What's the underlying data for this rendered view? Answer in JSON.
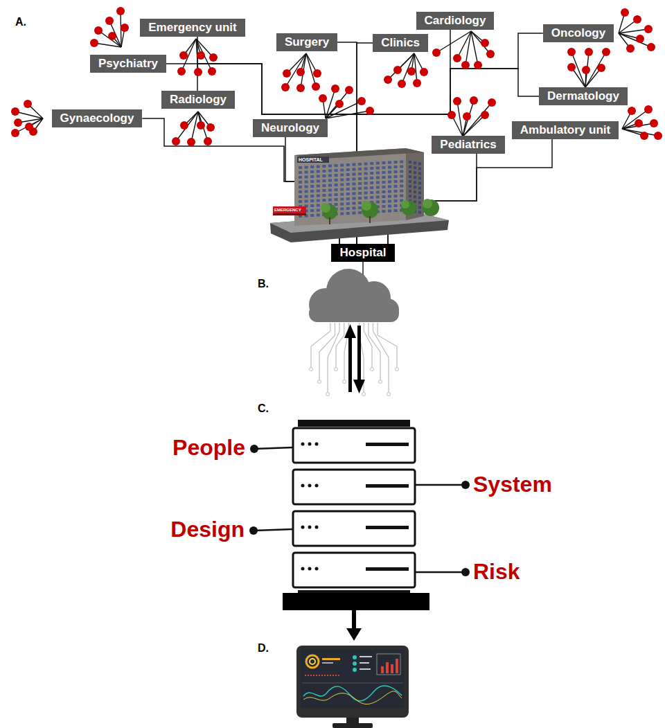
{
  "diagram": {
    "nodes": [
      {
        "text": [
          "Cardiology"
        ]
      },
      {
        "text": [
          "Emergency unit"
        ]
      },
      {
        "text": [
          "Oncology"
        ]
      },
      {
        "text": [
          "Surgery"
        ]
      },
      {
        "text": [
          "Clinics"
        ]
      },
      {
        "text": [
          "Psychiatry"
        ]
      },
      {
        "text": [
          "Dermatology"
        ]
      },
      {
        "text": [
          "Radiology"
        ]
      },
      {
        "text": [
          "Gynaecology"
        ]
      },
      {
        "text": [
          "Neurology"
        ]
      },
      {
        "text": [
          "Ambulatory unit"
        ]
      },
      {
        "text": [
          "Pediatrics"
        ]
      },
      {
        "text": [
          "Hospital"
        ]
      }
    ],
    "edges": [
      {
        "from": 0,
        "to": 12,
        "arrow": "none"
      },
      {
        "from": 1,
        "to": 12,
        "arrow": "none"
      },
      {
        "from": 2,
        "to": 12,
        "arrow": "none"
      },
      {
        "from": 3,
        "to": 12,
        "arrow": "none"
      },
      {
        "from": 4,
        "to": 12,
        "arrow": "none"
      },
      {
        "from": 5,
        "to": 12,
        "arrow": "none"
      },
      {
        "from": 6,
        "to": 12,
        "arrow": "none"
      },
      {
        "from": 7,
        "to": 12,
        "arrow": "none"
      },
      {
        "from": 8,
        "to": 12,
        "arrow": "none"
      },
      {
        "from": 9,
        "to": 12,
        "arrow": "none"
      },
      {
        "from": 10,
        "to": 12,
        "arrow": "none"
      },
      {
        "from": 11,
        "to": 12,
        "arrow": "none"
      }
    ],
    "labels": [
      "A.",
      "HOSPITAL",
      "EMERGENCY",
      "B.",
      "C.",
      "People",
      "System",
      "Design",
      "Risk",
      "D."
    ]
  }
}
